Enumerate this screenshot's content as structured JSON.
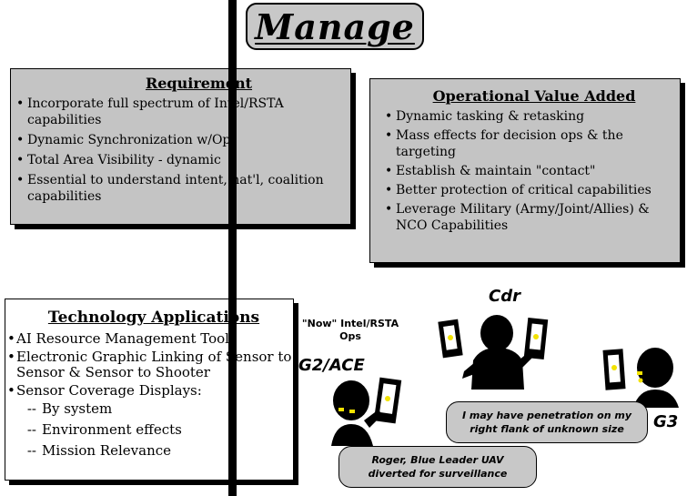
{
  "title": "Manage",
  "requirements": {
    "title": "Requirement",
    "items": [
      "Incorporate full spectrum of Intel/RSTA capabilities",
      "Dynamic Synchronization w/Ops",
      "Total Area Visibility - dynamic",
      "Essential to understand intent, nat'l, coalition capabilities"
    ]
  },
  "operational_value": {
    "title": "Operational Value Added",
    "items": [
      "Dynamic tasking & retasking",
      "Mass effects for decision ops & the targeting",
      "Establish & maintain \"contact\"",
      "Better protection of critical capabilities",
      "Leverage Military (Army/Joint/Allies) & NCO Capabilities"
    ]
  },
  "technology": {
    "title": "Technology Applications",
    "items": [
      "AI Resource Management Tools",
      "Electronic Graphic Linking of Sensor to Sensor & Sensor to Shooter",
      "Sensor Coverage Displays:"
    ],
    "sub_items": [
      "By system",
      "Environment effects",
      "Mission Relevance"
    ]
  },
  "labels": {
    "now_line1": "\"Now\" Intel/RSTA",
    "now_line2": "Ops",
    "g2": "G2/ACE",
    "cdr": "Cdr",
    "g3": "G3"
  },
  "bubbles": {
    "g3_line1": "I may have penetration on my",
    "g3_line2": "right  flank of unknown size",
    "g2_line1": "Roger, Blue Leader    UAV",
    "g2_line2": "diverted for surveillance"
  },
  "colors": {
    "panel_gray": "#c4c4c4",
    "figure_black": "#000000",
    "figure_accent": "#f2e200"
  }
}
